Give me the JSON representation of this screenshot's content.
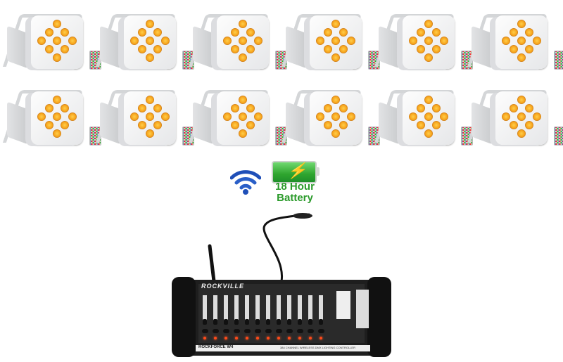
{
  "product": {
    "light_count": 12,
    "rows": 2,
    "leds_per_light": 9,
    "led_color": "#f6a21a",
    "body_color": "#ffffff"
  },
  "battery": {
    "line1": "18 Hour",
    "line2": "Battery",
    "text_color": "#2a9a2a",
    "fill_color": "#2fa52f"
  },
  "wireless": {
    "icon": "wifi-icon",
    "color": "#1f4fb8"
  },
  "controller": {
    "brand": "ROCKVILLE",
    "model": "ROCKFORCE W4",
    "subtitle": "384 CHANNEL WIRELESS DMX LIGHTING CONTROLLER"
  }
}
